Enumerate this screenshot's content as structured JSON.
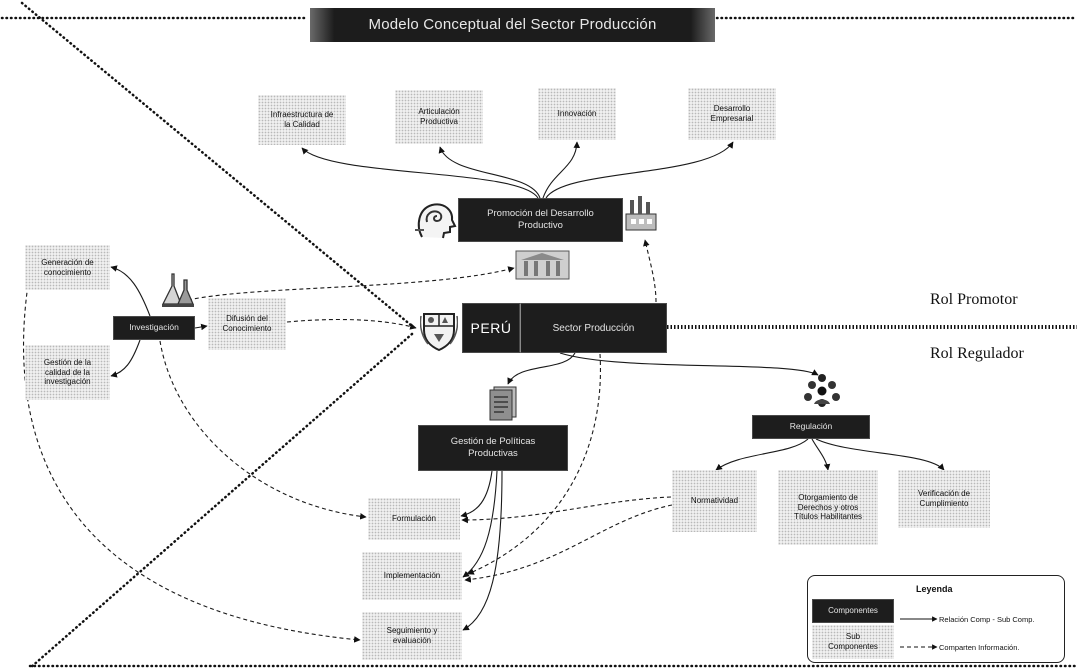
{
  "title": "Modelo Conceptual del Sector Producción",
  "roles": {
    "promotor": "Rol Promotor",
    "regulador": "Rol Regulador"
  },
  "center": {
    "peru": "PERÚ",
    "sector": "Sector Producción"
  },
  "promocion": {
    "label": "Promoción del Desarrollo Productivo",
    "subcomponents": [
      "Infraestructura de la Calidad",
      "Articulación Productiva",
      "Innovación",
      "Desarrollo Empresarial"
    ]
  },
  "investigacion": {
    "label": "Investigación",
    "subcomponents": [
      "Generación de conocimiento",
      "Difusión del Conocimiento",
      "Gestión de la calidad de la investigación"
    ]
  },
  "politicas": {
    "label": "Gestión de Políticas Productivas",
    "subcomponents": [
      "Formulación",
      "Implementación",
      "Seguimiento y evaluación"
    ]
  },
  "regulacion": {
    "label": "Regulación",
    "subcomponents": [
      "Normatividad",
      "Otorgamiento de Derechos y otros Títulos Habilitantes",
      "Verificación de Cumplimiento"
    ]
  },
  "legend": {
    "title": "Leyenda",
    "component": "Componentes",
    "subcomponent": "Sub Componentes",
    "relation": "Relación Comp - Sub Comp.",
    "shared": "Comparten Información."
  },
  "icons": {
    "promocion": [
      "brain-head-icon",
      "factory-icon",
      "building-icon"
    ],
    "investigacion": "lab-flask-icon",
    "sector": "peru-shield-icon",
    "politicas": "document-stack-icon",
    "regulacion": "people-group-icon"
  },
  "colors": {
    "component": "#1d1d1d",
    "subcomponent": "#efefef",
    "lines": "#111111"
  }
}
